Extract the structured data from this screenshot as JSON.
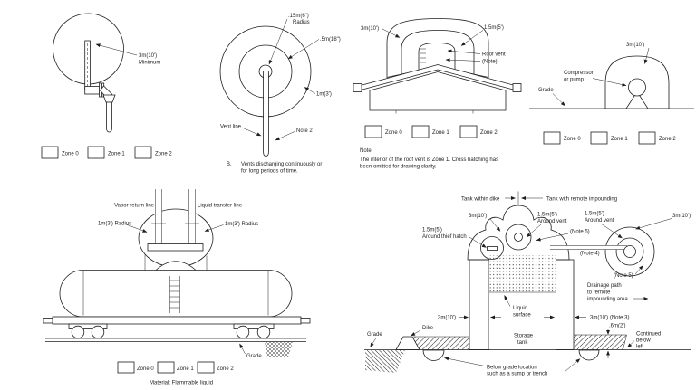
{
  "colors": {
    "ink": "#1f1f1f",
    "background": "#ffffff"
  },
  "legend": {
    "zone0": "Zone 0",
    "zone1": "Zone 1",
    "zone2": "Zone 2"
  },
  "vent_stack": {
    "radius": "3m(10')",
    "minimum": "Minimum"
  },
  "continuous_vent": {
    "zone0_radius": ".15m(6\")",
    "zone0_radius2": "Radius",
    "zone1_radius": ".5m(18\")",
    "zone2_radius": "1m(3')",
    "vent_line": "Vent line",
    "note2": "Note 2",
    "caption_letter": "B.",
    "caption_line1": "Vents discharging continuously or",
    "caption_line2": "for long periods of time."
  },
  "roof_vent": {
    "zone2_radius": "3m(10')",
    "zone1_radius": "1.5m(5')",
    "roof_vent_label1": "Roof vent",
    "roof_vent_label2": "(Note)",
    "note_title": "Note:",
    "note_line1": "The interior of the roof vent is Zone 1. Cross hatching has",
    "note_line2": "been omitted for drawing clarity."
  },
  "compressor": {
    "radius": "3m(10')",
    "equip1": "Compressor",
    "equip2": "or pump",
    "grade": "Grade"
  },
  "tank_car": {
    "vapor_line": "Vapor return line",
    "liquid_line": "Liquid transfer line",
    "radius_left": "1m(3') Radius",
    "radius_right": "1m(3') Radius",
    "grade": "Grade",
    "material": "Material:  Flammable liquid"
  },
  "storage_tank": {
    "left_title": "Tank within dike",
    "right_title": "Tank with remote impounding",
    "dome_radius": "3m(10')",
    "vent_radius1": "1.5m(5')",
    "vent_radius2": "Around vent",
    "thief_radius1": "1.5m(5')",
    "thief_radius2": "Around thief hatch",
    "note5_top": "(Note 5)",
    "remote_vent_radius1": "1.5m(5')",
    "remote_vent_radius2": "Around vent",
    "remote_dome_radius": "3m(10')",
    "note4": "(Note 4)",
    "note5_bottom": "(Note 5)",
    "drain1": "Drainage path",
    "drain2": "to remote",
    "drain3": "impounding area",
    "liquid1": "Liquid",
    "liquid2": "surface",
    "tank1": "Storage",
    "tank2": "tank",
    "wall_left": "3m(10')",
    "wall_right": "3m(10') (Note 3)",
    "band_height": ".6m(2')",
    "cont1": "Continued",
    "cont2": "below",
    "cont3": "left",
    "grade": "Grade",
    "dike": "Dike",
    "sump1": "Below grade location",
    "sump2": "such as a sump or trench"
  }
}
